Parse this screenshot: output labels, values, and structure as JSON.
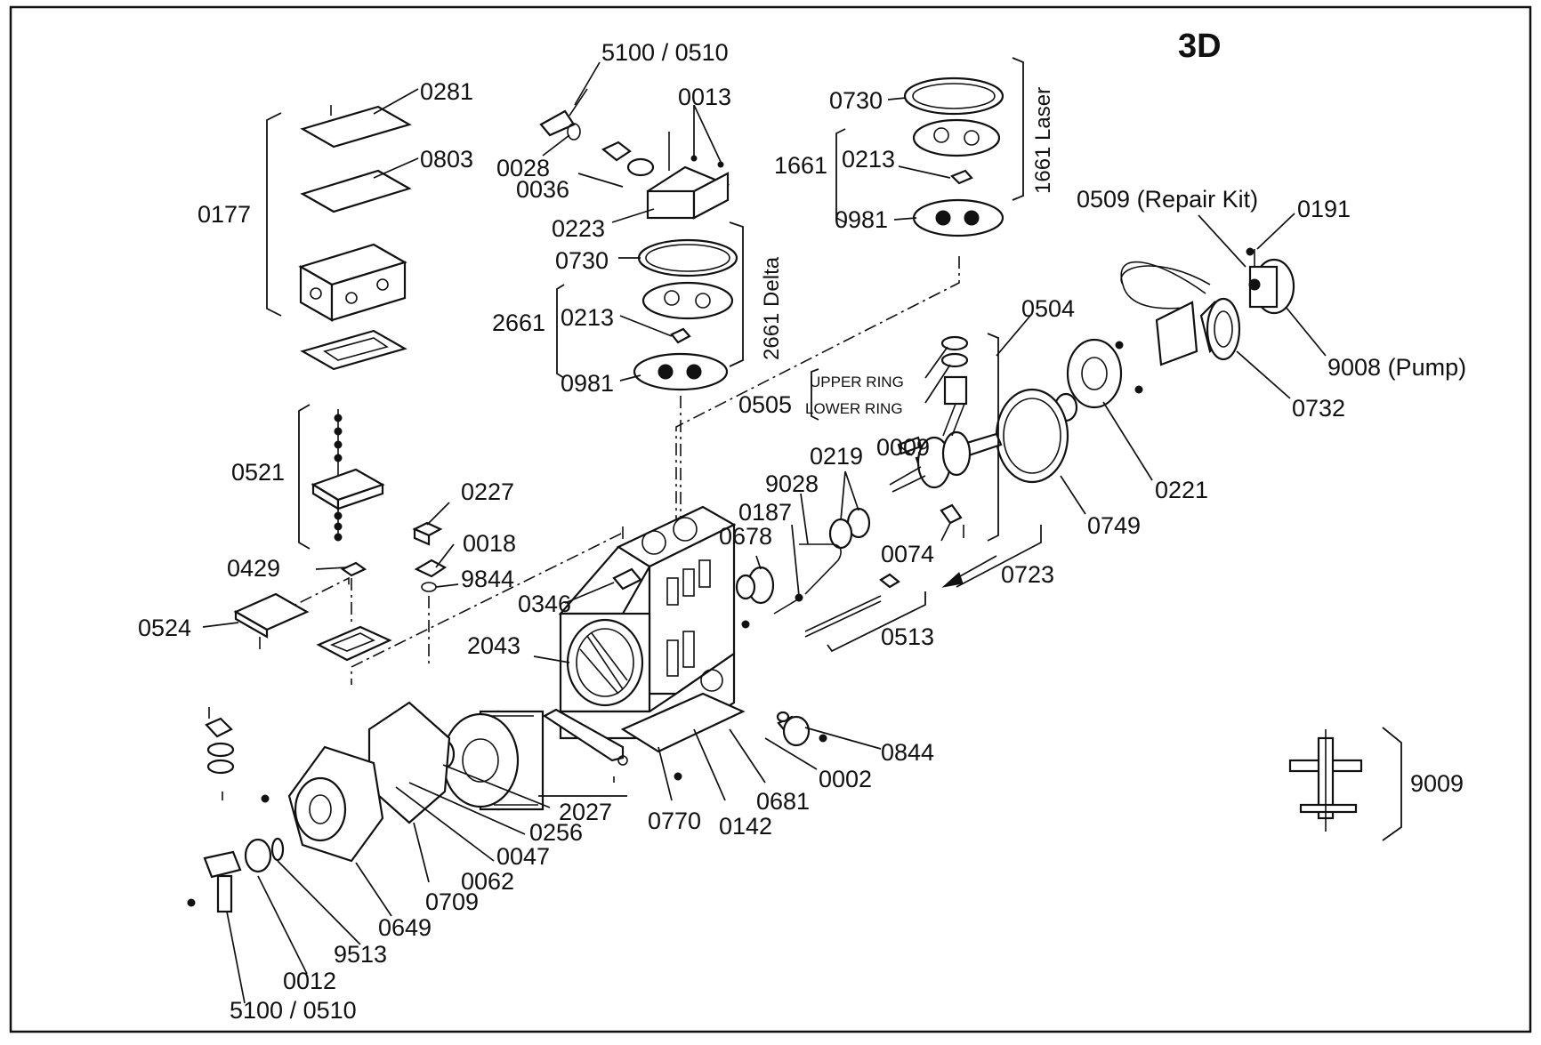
{
  "title": "3D",
  "labels": {
    "l0281": "0281",
    "l0803": "0803",
    "l0177": "0177",
    "l5100a": "5100 / 0510",
    "l0013": "0013",
    "l0028": "0028",
    "l0036": "0036",
    "l0223": "0223",
    "l0730a": "0730",
    "l2661": "2661",
    "l0213a": "0213",
    "l0981a": "0981",
    "l2661delta": "2661 Delta",
    "l0730b": "0730",
    "l1661": "1661",
    "l0213b": "0213",
    "l0981b": "0981",
    "l1661laser": "1661 Laser",
    "l0509": "0509 (Repair Kit)",
    "l0191": "0191",
    "l9008": "9008 (Pump)",
    "l0732": "0732",
    "l0504": "0504",
    "l0505": "0505",
    "lupper": "UPPER RING",
    "llower": "LOWER RING",
    "l0221": "0221",
    "l0749": "0749",
    "l0219": "0219",
    "l0009": "0009",
    "l9028": "9028",
    "l0187": "0187",
    "l0678": "0678",
    "l0074": "0074",
    "l0723": "0723",
    "l0513": "0513",
    "l0521": "0521",
    "l0227": "0227",
    "l0018": "0018",
    "l0429": "0429",
    "l9844": "9844",
    "l0346": "0346",
    "l0524": "0524",
    "l2043": "2043",
    "l0844": "0844",
    "l0002": "0002",
    "l0681": "0681",
    "l0142": "0142",
    "l0770": "0770",
    "l2027": "2027",
    "l0256": "0256",
    "l0047": "0047",
    "l0062": "0062",
    "l0709": "0709",
    "l0649": "0649",
    "l9513": "9513",
    "l0012": "0012",
    "l5100b": "5100 / 0510",
    "l9009": "9009"
  }
}
